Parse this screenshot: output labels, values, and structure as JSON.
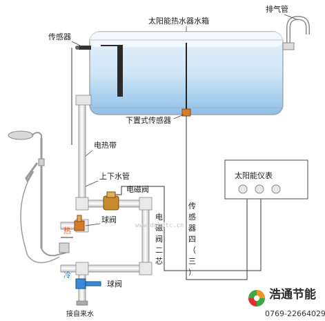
{
  "labels": {
    "tank": "太阳能热水器水箱",
    "exhaust_pipe": "排气管",
    "sensor": "传感器",
    "bottom_sensor": "下置式传感器",
    "heating_band": "电热带",
    "up_down_pipe": "上下水管",
    "solenoid_valve": "电磁阀",
    "ball_valve_hot": "球阀",
    "ball_valve_cold": "球阀",
    "hot": "热",
    "cold": "冷",
    "water_inlet": "接自来水",
    "solenoid_wire": "电磁阀二芯",
    "sensor_wire": "传感器四（三）芯",
    "meter": "太阳能仪表"
  },
  "watermark": "www.dghdtc.cn",
  "brand": {
    "name": "浩通节能",
    "phone": "0769-22664029",
    "colors": {
      "orange": "#f0932b",
      "green": "#3aa845",
      "red": "#e0312f"
    }
  },
  "colors": {
    "tank_body": "#d9edf9",
    "pipe": "#ffffff",
    "pipe_stroke": "#888888",
    "wire": "#333333",
    "hot": "#e05a2a",
    "cold": "#2f77c9",
    "valve_orange": "#d67b2c",
    "valve_blue": "#3a8ad9",
    "solenoid": "#c88a2a"
  }
}
